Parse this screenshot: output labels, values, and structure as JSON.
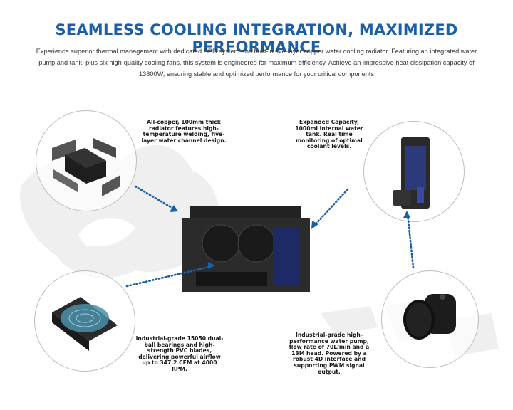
{
  "header": {
    "title": "SEAMLESS COOLING INTEGRATION, MAXIMIZED PERFORMANCE",
    "intro": "Experience superior thermal management with dedicated SPD system and built-in five-layer copper water cooling radiator. Featuring an integrated water pump and tank, plus six high-quality cooling fans, this system is engineered for maximum efficiency. Achieve an impressive heat dissipation capacity of 13800W, ensuring stable and optimized performance for your critical components"
  },
  "colors": {
    "accent": "#1a5fa8",
    "text": "#1a1a1a",
    "circle_border": "#bdbdbd",
    "watermark": "#eeeeee"
  },
  "features": {
    "radiator": {
      "caption": "All-copper, 100mm thick radiator features high-temperature welding, five-layer water channel design.",
      "image": "copper-radiator-exploded"
    },
    "tank": {
      "caption": "Expanded Capacity, 1000ml internal water tank. Real time monitoring of optimal coolant levels.",
      "image": "water-tank"
    },
    "fan": {
      "caption": "Industrial-grade 15050 dual-ball bearings and high-strength PVC blades, delivering powerful airflow up to 347.2 CFM at 4000 RPM.",
      "image": "cooling-fan"
    },
    "pump": {
      "caption": "Industrial-grade high-performance water pump, flow rate of 70L/min and a 13M head. Powered by a robust 4D interface and supporting PWM signal output.",
      "image": "water-pump"
    }
  },
  "center_unit": {
    "image": "cooling-system-unit"
  }
}
